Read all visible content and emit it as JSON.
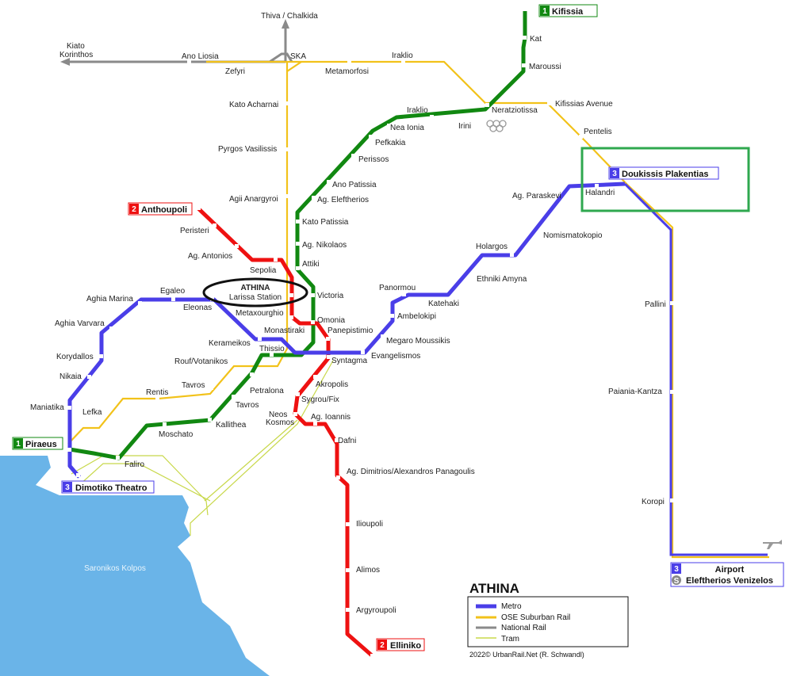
{
  "map": {
    "title": "ATHINA",
    "credit": "2022© UrbanRail.Net (R. Schwandl)",
    "sea_label": "Saronikos Kolpos",
    "highlight_label": "ATHINA",
    "highlight_sub": "Larissa Station",
    "colors": {
      "metro_blue": "#4a3ee8",
      "metro_red": "#ee1111",
      "metro_green": "#118811",
      "suburban": "#f2c21a",
      "national": "#8a8a8a",
      "tram": "#c8d84a",
      "sea": "#6ab4e8",
      "highlight_box": "#2fa84f"
    }
  },
  "legend": [
    {
      "label": "Metro"
    },
    {
      "label": "OSE Suburban Rail"
    },
    {
      "label": "National Rail"
    },
    {
      "label": "Tram"
    }
  ],
  "terminals": {
    "kifissia": {
      "num": "1",
      "name": "Kifissia"
    },
    "anthoupoli": {
      "num": "2",
      "name": "Anthoupoli"
    },
    "piraeus": {
      "num": "1",
      "name": "Piraeus"
    },
    "dimotiko": {
      "num": "3",
      "name": "Dimotiko Theatro"
    },
    "doukissis": {
      "num": "3",
      "name": "Doukissis Plakentias"
    },
    "elliniko": {
      "num": "2",
      "name": "Elliniko"
    },
    "airport_num": "3",
    "airport_s": "S",
    "airport_line1": "Airport",
    "airport_line2": "Eleftherios Venizelos"
  },
  "stations": {
    "thiva": "Thiva / Chalkida",
    "kiato": "Kiato",
    "korinthos": "Korinthos",
    "ano_liosia": "Ano Liosia",
    "ska": "SKA",
    "iraklio_ose": "Iraklio",
    "zefyri": "Zefyri",
    "metamorfosi": "Metamorfosi",
    "kat": "Kat",
    "maroussi": "Maroussi",
    "neratziotissa": "Neratziotissa",
    "kifissias_avenue": "Kifissias Avenue",
    "pentelis": "Pentelis",
    "iraklio": "Iraklio",
    "irini": "Irini",
    "nea_ionia": "Nea Ionia",
    "pefkakia": "Pefkakia",
    "perissos": "Perissos",
    "ano_patissia": "Ano Patissia",
    "ag_eleftherios": "Ag. Eleftherios",
    "kato_patissia": "Kato Patissia",
    "ag_nikolaos": "Ag. Nikolaos",
    "attiki": "Attiki",
    "victoria": "Victoria",
    "omonia": "Omonia",
    "monastiraki": "Monastiraki",
    "thissio": "Thissio",
    "kato_acharnai": "Kato Acharnai",
    "pyrgos_vasilissis": "Pyrgos Vasilissis",
    "agii_anargyroi": "Agii Anargyroi",
    "peristeri": "Peristeri",
    "ag_antonios": "Ag. Antonios",
    "sepolia": "Sepolia",
    "metaxourghio": "Metaxourghio",
    "panepistimio": "Panepistimio",
    "syntagma": "Syntagma",
    "akropolis": "Akropolis",
    "sygrou_fix": "Sygrou/Fix",
    "neos_kosmos_1": "Neos",
    "neos_kosmos_2": "Kosmos",
    "ag_ioannis": "Ag. Ioannis",
    "dafni": "Dafni",
    "ag_dimitrios": "Ag. Dimitrios/Alexandros Panagoulis",
    "ilioupoli": "Ilioupoli",
    "alimos": "Alimos",
    "argyroupoli": "Argyroupoli",
    "ag_paraskevi": "Ag. Paraskevi",
    "halandri": "Halandri",
    "nomismatokopio": "Nomismatokopio",
    "holargos": "Holargos",
    "ethniki_amyna": "Ethniki Amyna",
    "panormou": "Panormou",
    "katehaki": "Katehaki",
    "ambelokipi": "Ambelokipi",
    "megaro_moussikis": "Megaro Moussikis",
    "evangelismos": "Evangelismos",
    "kerameikos": "Kerameikos",
    "eleonas": "Eleonas",
    "egaleo": "Egaleo",
    "aghia_marina": "Aghia Marina",
    "aghia_varvara": "Aghia Varvara",
    "korydallos": "Korydallos",
    "nikaia": "Nikaia",
    "maniatika": "Maniatika",
    "rouf": "Rouf/Votanikos",
    "tavros_ose": "Tavros",
    "rentis": "Rentis",
    "lefka": "Lefka",
    "petralona": "Petralona",
    "tavros": "Tavros",
    "kallithea": "Kallithea",
    "moschato": "Moschato",
    "faliro": "Faliro",
    "pallini": "Pallini",
    "paiania_kantza": "Paiania-Kantza",
    "koropi": "Koropi"
  }
}
